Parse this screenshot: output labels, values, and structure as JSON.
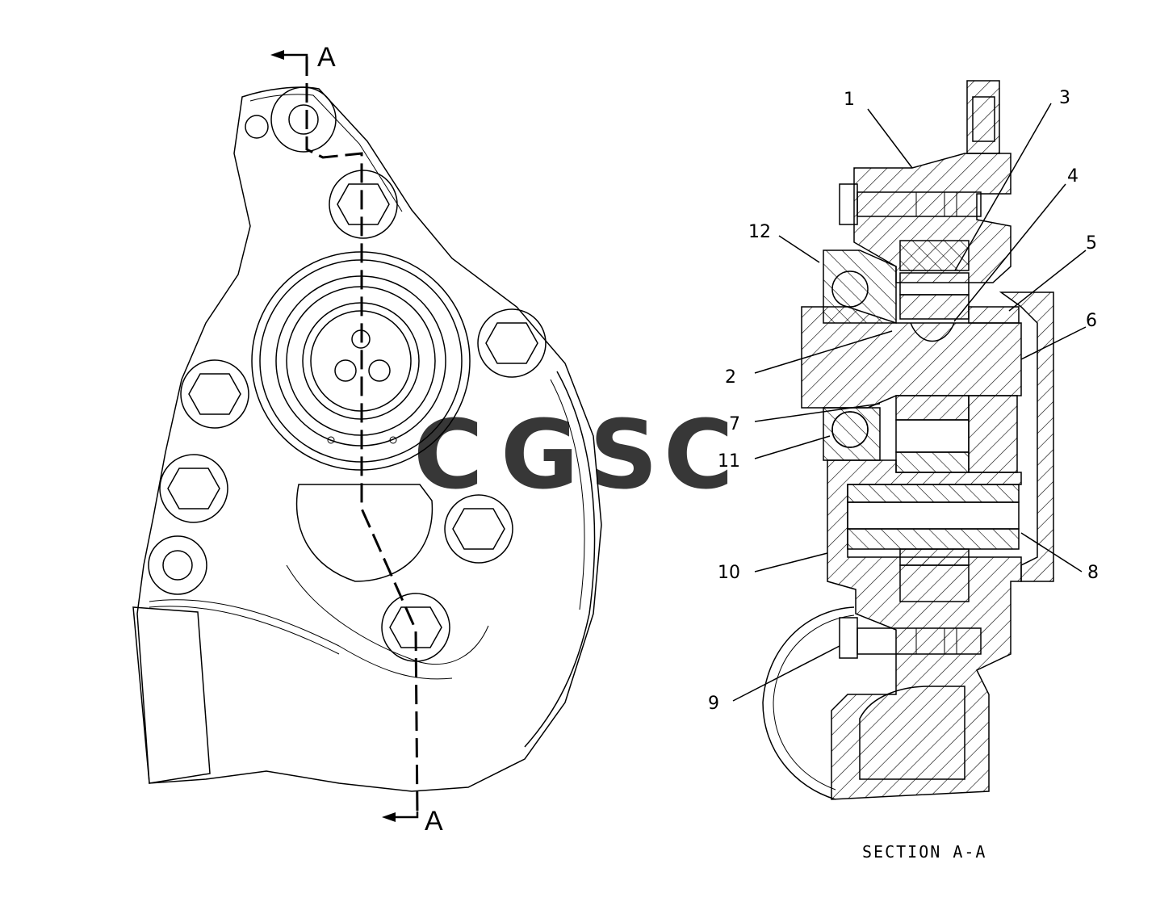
{
  "section_marker": {
    "letter": "A"
  },
  "section_caption": "SECTION A-A",
  "callouts": [
    {
      "id": 1,
      "text": "1"
    },
    {
      "id": 2,
      "text": "2"
    },
    {
      "id": 3,
      "text": "3"
    },
    {
      "id": 4,
      "text": "4"
    },
    {
      "id": 5,
      "text": "5"
    },
    {
      "id": 6,
      "text": "6"
    },
    {
      "id": 7,
      "text": "7"
    },
    {
      "id": 8,
      "text": "8"
    },
    {
      "id": 9,
      "text": "9"
    },
    {
      "id": 10,
      "text": "10"
    },
    {
      "id": 11,
      "text": "11"
    },
    {
      "id": 12,
      "text": "12"
    }
  ],
  "watermark": {
    "letters": [
      "C",
      "G",
      "S",
      "C"
    ],
    "colors": [
      "#7aa7f7",
      "#f08a80",
      "#f7d35c",
      "#5fb58a"
    ]
  }
}
